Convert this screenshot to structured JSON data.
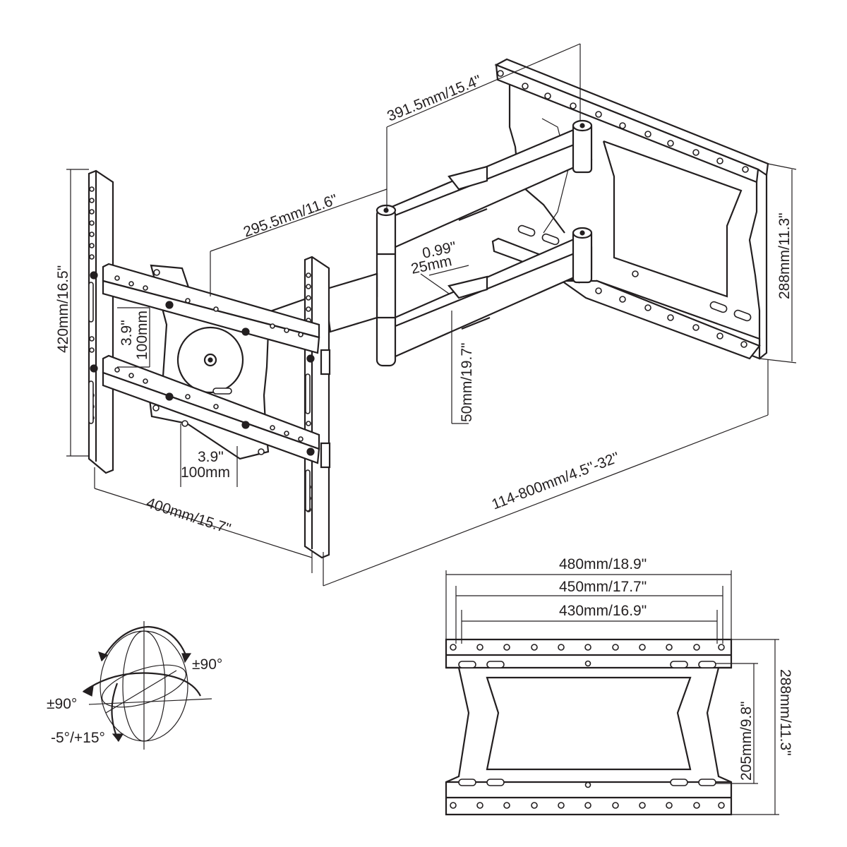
{
  "mount_dimensions": {
    "arm_outer_length": "391.5mm/15.4\"",
    "arm_inner_length": "295.5mm/11.6\"",
    "vesa_height": "420mm/16.5\"",
    "vesa_width": "400mm/15.7\"",
    "vesa_spacing_vertical_in": "3.9\"",
    "vesa_spacing_vertical_mm": "100mm",
    "vesa_spacing_horizontal_in": "3.9\"",
    "vesa_spacing_horizontal_mm": "100mm",
    "arm_gap_in": "0.99\"",
    "arm_gap_mm": "25mm",
    "arm_offset": "50mm/19.7\"",
    "wall_plate_height": "288mm/11.3\"",
    "extension_range": "114-800mm/4.5''-32''"
  },
  "wall_plate_dimensions": {
    "overall_width": "480mm/18.9\"",
    "hole_span_outer": "450mm/17.7\"",
    "hole_span_inner": "430mm/16.9\"",
    "plate_height": "288mm/11.3\"",
    "slot_span": "205mm/9.8\""
  },
  "rotation": {
    "swivel": "±90°",
    "rotate": "±90°",
    "tilt": "-5°/+15°"
  }
}
